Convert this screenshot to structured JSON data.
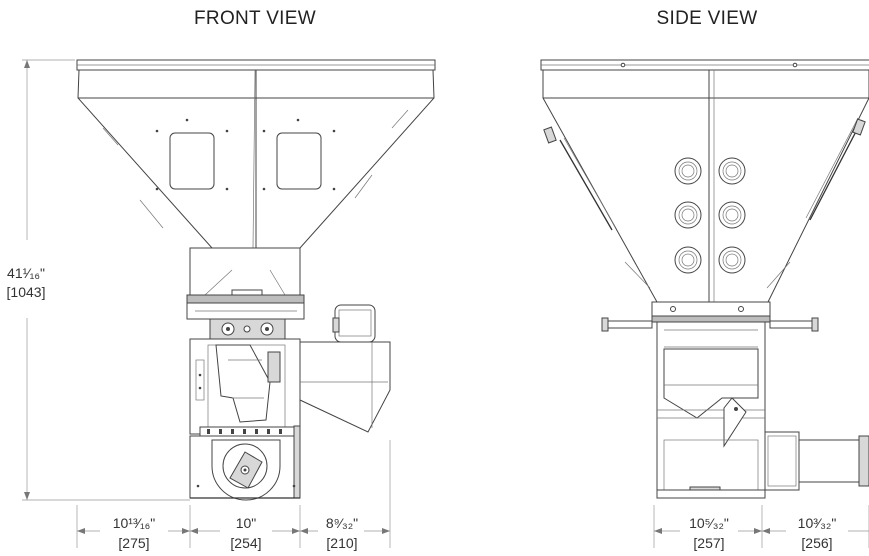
{
  "titles": {
    "front": "FRONT VIEW",
    "side": "SIDE VIEW"
  },
  "dimensions": {
    "height": {
      "imperial": "41¹⁄₁₆\"",
      "metric": "[1043]"
    },
    "front_left": {
      "imperial": "10¹³⁄₁₆\"",
      "metric": "[275]"
    },
    "front_center": {
      "imperial": "10\"",
      "metric": "[254]"
    },
    "front_right": {
      "imperial": "8⁹⁄₃₂\"",
      "metric": "[210]"
    },
    "side_left": {
      "imperial": "10⁵⁄₃₂\"",
      "metric": "[257]"
    },
    "side_right": {
      "imperial": "10³⁄₃₂\"",
      "metric": "[256]"
    }
  }
}
